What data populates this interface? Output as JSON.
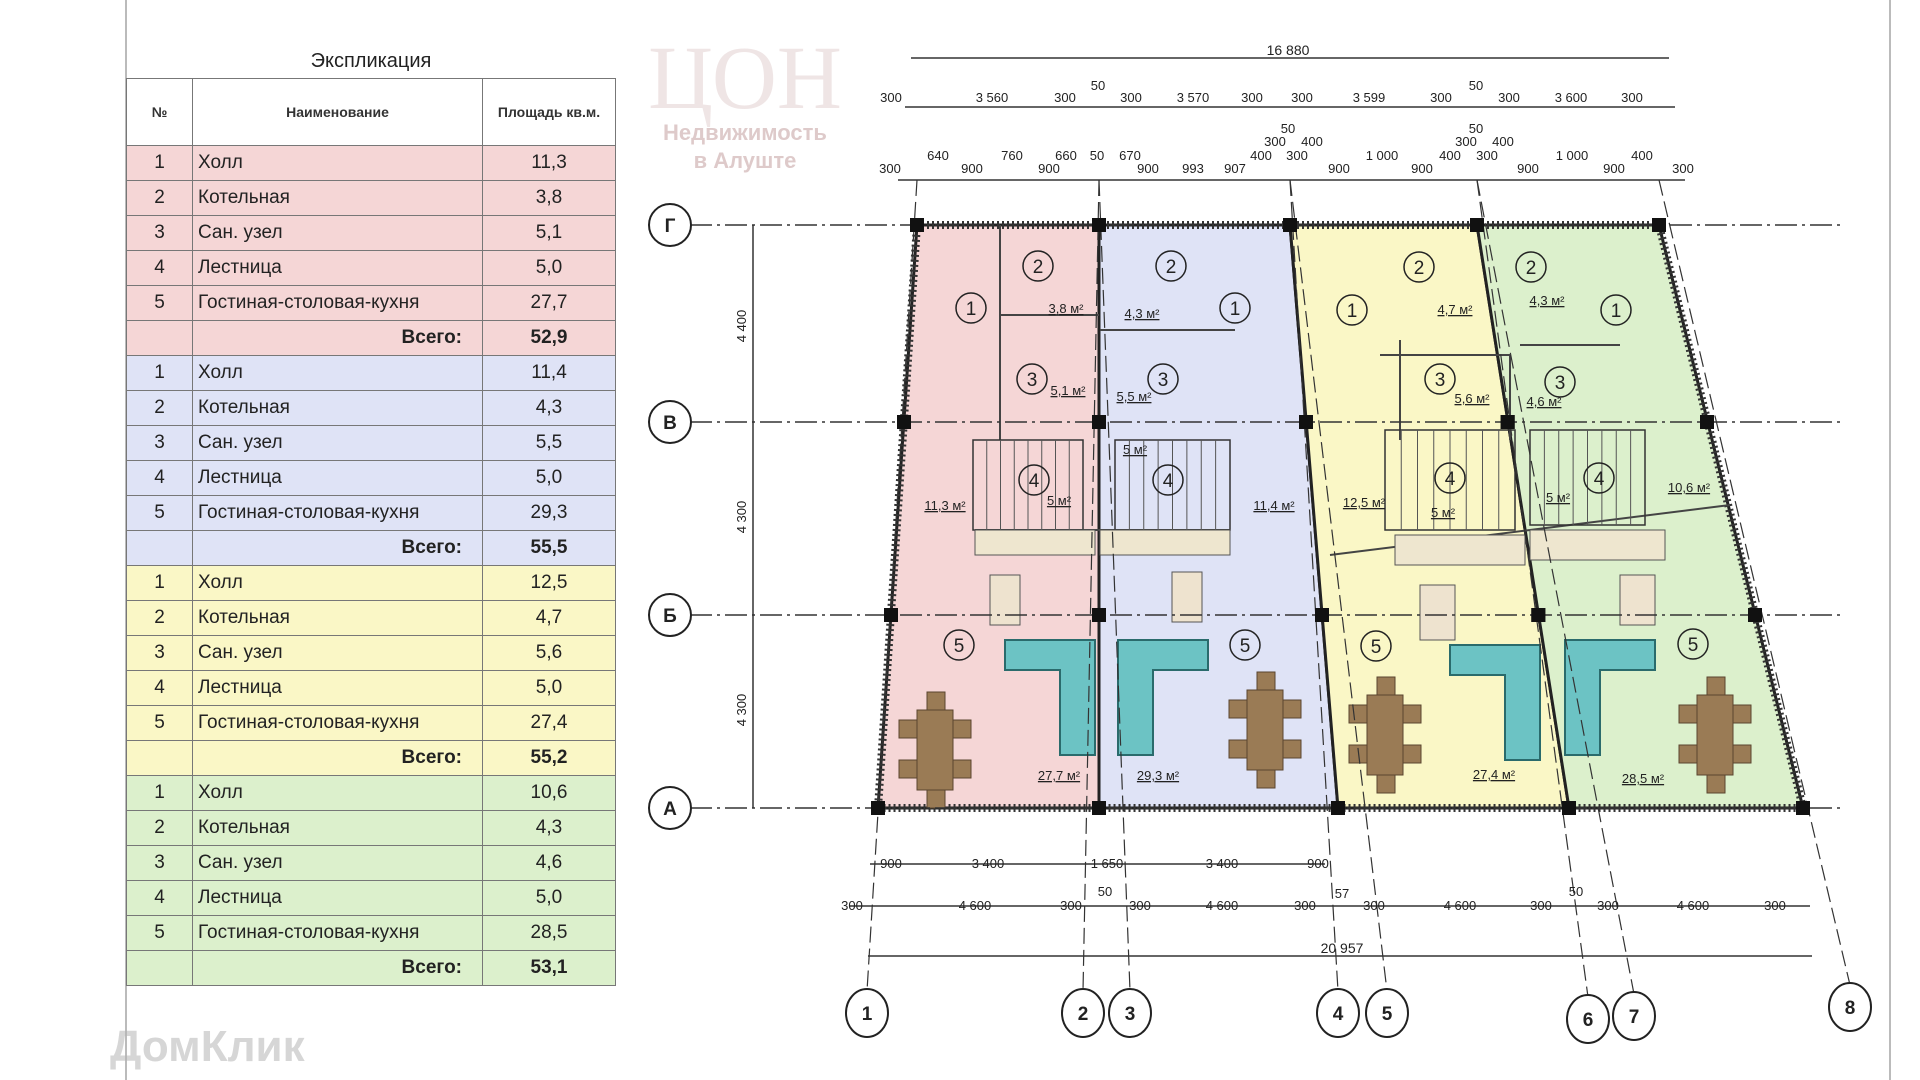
{
  "explication": {
    "title": "Экспликация",
    "headers": {
      "num": "№",
      "name": "Наименование",
      "area": "Площадь кв.м."
    },
    "total_label": "Всего:",
    "groups": [
      {
        "color": "#f5d6d6",
        "rows": [
          [
            "1",
            "Холл",
            "11,3"
          ],
          [
            "2",
            "Котельная",
            "3,8"
          ],
          [
            "3",
            "Сан. узел",
            "5,1"
          ],
          [
            "4",
            "Лестница",
            "5,0"
          ],
          [
            "5",
            "Гостиная-столовая-кухня",
            "27,7"
          ]
        ],
        "total": "52,9"
      },
      {
        "color": "#dfe3f6",
        "rows": [
          [
            "1",
            "Холл",
            "11,4"
          ],
          [
            "2",
            "Котельная",
            "4,3"
          ],
          [
            "3",
            "Сан. узел",
            "5,5"
          ],
          [
            "4",
            "Лестница",
            "5,0"
          ],
          [
            "5",
            "Гостиная-столовая-кухня",
            "29,3"
          ]
        ],
        "total": "55,5"
      },
      {
        "color": "#faf7c6",
        "rows": [
          [
            "1",
            "Холл",
            "12,5"
          ],
          [
            "2",
            "Котельная",
            "4,7"
          ],
          [
            "3",
            "Сан. узел",
            "5,6"
          ],
          [
            "4",
            "Лестница",
            "5,0"
          ],
          [
            "5",
            "Гостиная-столовая-кухня",
            "27,4"
          ]
        ],
        "total": "55,2"
      },
      {
        "color": "#dcf0cc",
        "rows": [
          [
            "1",
            "Холл",
            "10,6"
          ],
          [
            "2",
            "Котельная",
            "4,3"
          ],
          [
            "3",
            "Сан. узел",
            "4,6"
          ],
          [
            "4",
            "Лестница",
            "5,0"
          ],
          [
            "5",
            "Гостиная-столовая-кухня",
            "28,5"
          ]
        ],
        "total": "53,1"
      }
    ]
  },
  "plan": {
    "row_axes": [
      "Г",
      "В",
      "Б",
      "А"
    ],
    "col_axes": [
      "1",
      "2",
      "3",
      "4",
      "5",
      "6",
      "7",
      "8"
    ],
    "overall_top": "16 880",
    "overall_bottom": "20 957",
    "top_dims_row2": [
      "300",
      "3 560",
      "300",
      "50",
      "300",
      "3 570",
      "300",
      "300",
      "3 599",
      "300",
      "50",
      "300",
      "3 600",
      "300"
    ],
    "top_dims_row3": [
      "300",
      "640",
      "900",
      "760",
      "900",
      "660",
      "50",
      "670",
      "900",
      "993",
      "907",
      "400",
      "300",
      "900",
      "1 000",
      "900",
      "400",
      "300",
      "900",
      "1 000",
      "900",
      "400",
      "300"
    ],
    "top_dims_extra": [
      "50",
      "300",
      "400",
      "50",
      "300",
      "400"
    ],
    "bottom_dims_row1": [
      "900",
      "3 400",
      "1 650",
      "3 400",
      "900"
    ],
    "bottom_dims_row2": [
      "300",
      "4 600",
      "300",
      "50",
      "300",
      "4 600",
      "300",
      "57",
      "300",
      "4 600",
      "300",
      "50",
      "300",
      "4 600",
      "300"
    ],
    "side_dims": [
      "4 400",
      "4 300",
      "4 300"
    ],
    "units": [
      {
        "color": "#f5d6d6",
        "areas": [
          "11,3 м²",
          "3,8 м²",
          "5,1 м²",
          "5 м²",
          "27,7 м²"
        ]
      },
      {
        "color": "#dfe3f6",
        "areas": [
          "11,4 м²",
          "4,3 м²",
          "5,5 м²",
          "5 м²",
          "29,3 м²"
        ]
      },
      {
        "color": "#faf7c6",
        "areas": [
          "12,5 м²",
          "4,7 м²",
          "5,6 м²",
          "5 м²",
          "27,4 м²"
        ]
      },
      {
        "color": "#dcf0cc",
        "areas": [
          "10,6 м²",
          "4,3 м²",
          "4,6 м²",
          "5 м²",
          "28,5 м²"
        ]
      }
    ],
    "room_numbers": [
      "1",
      "2",
      "3",
      "4",
      "5"
    ]
  },
  "watermarks": {
    "domclick": "ДомКлик",
    "agency_line1": "Недвижимость",
    "agency_line2": "в Алуште",
    "agency_logo": "ЦОН"
  }
}
